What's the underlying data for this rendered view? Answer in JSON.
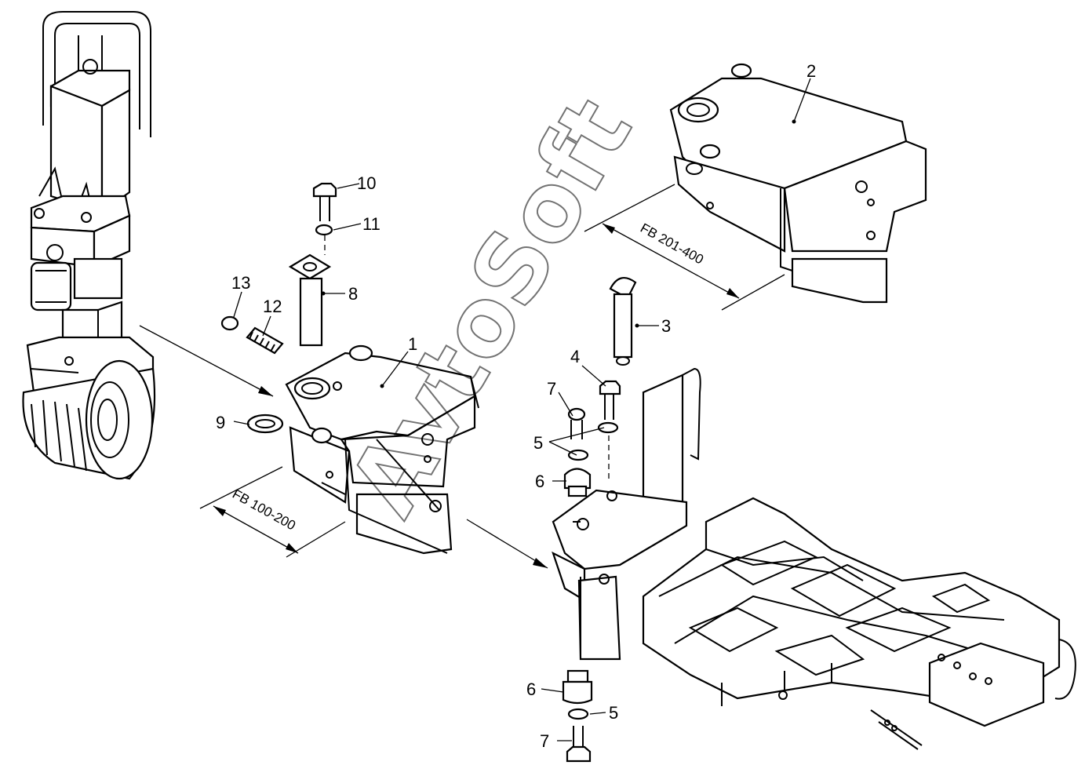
{
  "callouts": [
    {
      "id": "c1",
      "text": "1"
    },
    {
      "id": "c2",
      "text": "2"
    },
    {
      "id": "c3",
      "text": "3"
    },
    {
      "id": "c4",
      "text": "4"
    },
    {
      "id": "c5a",
      "text": "5"
    },
    {
      "id": "c5b",
      "text": "5"
    },
    {
      "id": "c6a",
      "text": "6"
    },
    {
      "id": "c6b",
      "text": "6"
    },
    {
      "id": "c7a",
      "text": "7"
    },
    {
      "id": "c7b",
      "text": "7"
    },
    {
      "id": "c8",
      "text": "8"
    },
    {
      "id": "c9",
      "text": "9"
    },
    {
      "id": "c10",
      "text": "10"
    },
    {
      "id": "c11",
      "text": "11"
    },
    {
      "id": "c12",
      "text": "12"
    },
    {
      "id": "c13",
      "text": "13"
    }
  ],
  "dimensions": {
    "lower": "FB 100-200",
    "upper": "FB 201-400"
  },
  "watermark": "AvtoSoft"
}
